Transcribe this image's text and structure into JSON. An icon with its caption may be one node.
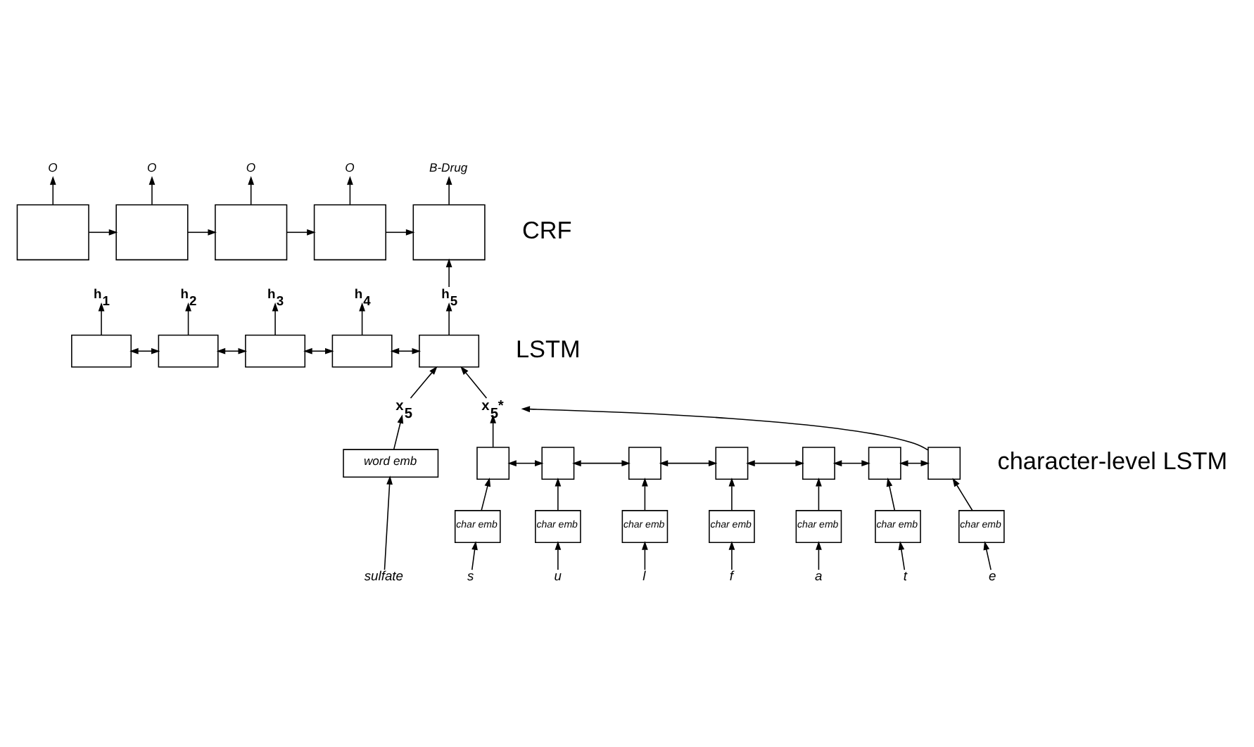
{
  "diagram": {
    "nodes": [
      {
        "text": [
          "O"
        ]
      },
      {
        "text": [
          "O"
        ]
      },
      {
        "text": [
          "O"
        ]
      },
      {
        "text": [
          "O"
        ]
      },
      {
        "text": [
          "B-Drug"
        ]
      },
      {
        "text": [],
        "shape": "box"
      },
      {
        "text": [],
        "shape": "box"
      },
      {
        "text": [],
        "shape": "box"
      },
      {
        "text": [],
        "shape": "box"
      },
      {
        "text": [],
        "shape": "box"
      },
      {
        "text": [
          "h$_{1}$"
        ]
      },
      {
        "text": [
          "h$_{2}$"
        ]
      },
      {
        "text": [
          "h$_{3}$"
        ]
      },
      {
        "text": [
          "h$_{4}$"
        ]
      },
      {
        "text": [
          "h$_{5}$"
        ]
      },
      {
        "text": [],
        "shape": "box"
      },
      {
        "text": [],
        "shape": "box"
      },
      {
        "text": [],
        "shape": "box"
      },
      {
        "text": [],
        "shape": "box"
      },
      {
        "text": [],
        "shape": "box"
      },
      {
        "text": [
          "x$_{5}$"
        ]
      },
      {
        "text": [
          "x$_{5}$*"
        ]
      },
      {
        "text": [
          "word emb"
        ]
      },
      {
        "text": [],
        "shape": "box"
      },
      {
        "text": [],
        "shape": "box"
      },
      {
        "text": [],
        "shape": "box"
      },
      {
        "text": [],
        "shape": "box"
      },
      {
        "text": [],
        "shape": "box"
      },
      {
        "text": [],
        "shape": "box"
      },
      {
        "text": [],
        "shape": "box"
      },
      {
        "text": [
          "char emb"
        ]
      },
      {
        "text": [
          "char emb"
        ]
      },
      {
        "text": [
          "char emb"
        ]
      },
      {
        "text": [
          "char emb"
        ]
      },
      {
        "text": [
          "char emb"
        ]
      },
      {
        "text": [
          "char emb"
        ]
      },
      {
        "text": [
          "char emb"
        ]
      },
      {
        "text": [
          "sulfate"
        ]
      },
      {
        "text": [
          "s"
        ]
      },
      {
        "text": [
          "u"
        ]
      },
      {
        "text": [
          "l"
        ]
      },
      {
        "text": [
          "f"
        ]
      },
      {
        "text": [
          "a"
        ]
      },
      {
        "text": [
          "t"
        ]
      },
      {
        "text": [
          "e"
        ]
      }
    ],
    "edges": [
      {
        "from": 5,
        "to": 0,
        "arrow": "to"
      },
      {
        "from": 6,
        "to": 1,
        "arrow": "to"
      },
      {
        "from": 7,
        "to": 2,
        "arrow": "to"
      },
      {
        "from": 8,
        "to": 3,
        "arrow": "to"
      },
      {
        "from": 9,
        "to": 4,
        "arrow": "to"
      },
      {
        "from": 5,
        "to": 6,
        "arrow": "to"
      },
      {
        "from": 6,
        "to": 7,
        "arrow": "to"
      },
      {
        "from": 7,
        "to": 8,
        "arrow": "to"
      },
      {
        "from": 8,
        "to": 9,
        "arrow": "to"
      },
      {
        "from": 14,
        "to": 9,
        "arrow": "to"
      },
      {
        "from": 15,
        "to": 10,
        "arrow": "to"
      },
      {
        "from": 16,
        "to": 11,
        "arrow": "to"
      },
      {
        "from": 17,
        "to": 12,
        "arrow": "to"
      },
      {
        "from": 18,
        "to": 13,
        "arrow": "to"
      },
      {
        "from": 19,
        "to": 14,
        "arrow": "to"
      },
      {
        "from": 15,
        "to": 16,
        "arrow": "both"
      },
      {
        "from": 16,
        "to": 17,
        "arrow": "both"
      },
      {
        "from": 17,
        "to": 18,
        "arrow": "both"
      },
      {
        "from": 18,
        "to": 19,
        "arrow": "both"
      },
      {
        "from": 20,
        "to": 19,
        "arrow": "to"
      },
      {
        "from": 21,
        "to": 19,
        "arrow": "to"
      },
      {
        "from": 22,
        "to": 20,
        "arrow": "to"
      },
      {
        "from": 37,
        "to": 22,
        "arrow": "to"
      },
      {
        "from": 23,
        "to": 21,
        "arrow": "to"
      },
      {
        "from": 29,
        "to": 21,
        "arrow": "to"
      },
      {
        "from": 23,
        "to": 24,
        "arrow": "both"
      },
      {
        "from": 24,
        "to": 25,
        "arrow": "both"
      },
      {
        "from": 25,
        "to": 26,
        "arrow": "both"
      },
      {
        "from": 26,
        "to": 27,
        "arrow": "both"
      },
      {
        "from": 27,
        "to": 28,
        "arrow": "both"
      },
      {
        "from": 28,
        "to": 29,
        "arrow": "both"
      },
      {
        "from": 30,
        "to": 23,
        "arrow": "to"
      },
      {
        "from": 31,
        "to": 24,
        "arrow": "to"
      },
      {
        "from": 32,
        "to": 25,
        "arrow": "to"
      },
      {
        "from": 33,
        "to": 26,
        "arrow": "to"
      },
      {
        "from": 34,
        "to": 27,
        "arrow": "to"
      },
      {
        "from": 35,
        "to": 28,
        "arrow": "to"
      },
      {
        "from": 36,
        "to": 29,
        "arrow": "to"
      },
      {
        "from": 38,
        "to": 30,
        "arrow": "to"
      },
      {
        "from": 39,
        "to": 31,
        "arrow": "to"
      },
      {
        "from": 40,
        "to": 32,
        "arrow": "to"
      },
      {
        "from": 41,
        "to": 33,
        "arrow": "to"
      },
      {
        "from": 42,
        "to": 34,
        "arrow": "to"
      },
      {
        "from": 43,
        "to": 35,
        "arrow": "to"
      },
      {
        "from": 44,
        "to": 36,
        "arrow": "to"
      }
    ],
    "labels": [
      "CRF",
      "LSTM",
      "character-level LSTM"
    ]
  }
}
